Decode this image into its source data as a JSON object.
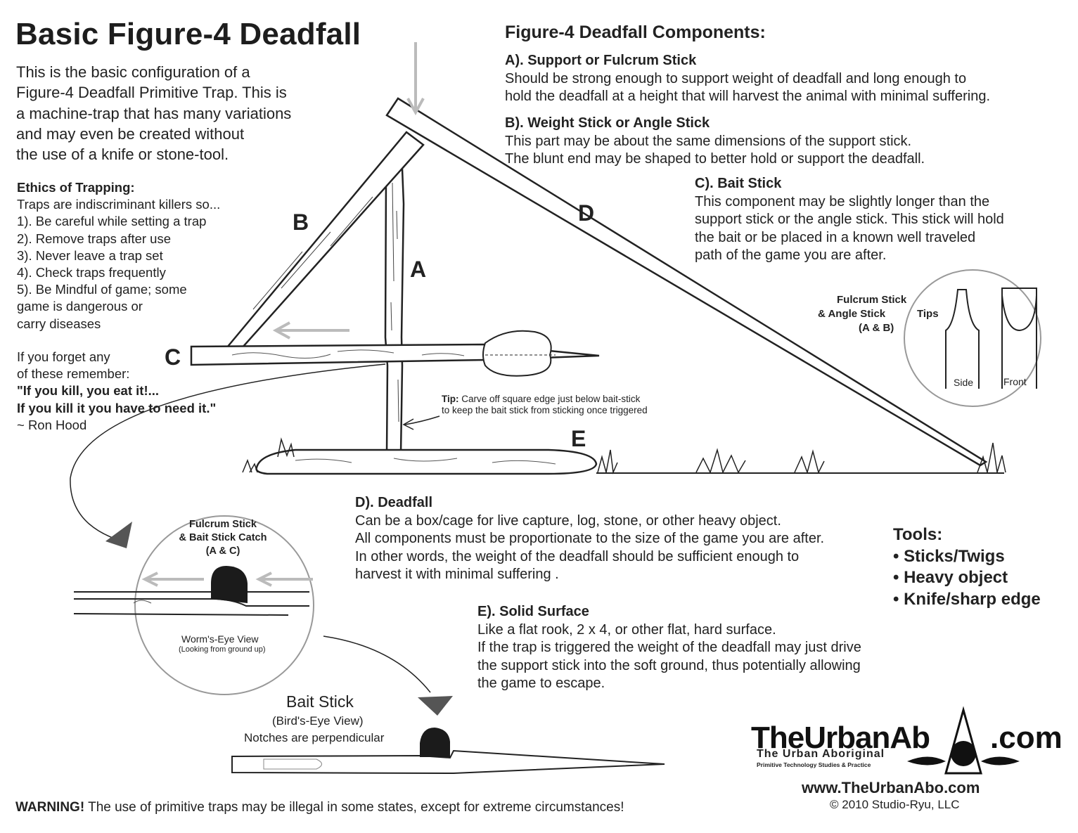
{
  "title": "Basic Figure-4 Deadfall",
  "intro": [
    "This is the basic configuration of a",
    "Figure-4 Deadfall Primitive Trap. This is",
    "a machine-trap that has many variations",
    "and may even be created without",
    "the use of a knife or stone-tool."
  ],
  "ethics": {
    "heading": "Ethics of Trapping:",
    "lines": [
      "Traps are indiscriminant killers so...",
      "1). Be careful while setting a trap",
      "2). Remove traps after use",
      "3). Never leave a trap set",
      "4). Check traps frequently",
      "5). Be Mindful of game; some",
      "game is dangerous or",
      "carry diseases"
    ]
  },
  "remember": {
    "lines": [
      "If you forget any",
      "of these remember:"
    ],
    "quote1": "\"If you kill, you eat it!...",
    "quote2": "If you kill it you have to need it.\"",
    "attribution": "~ Ron Hood"
  },
  "components": {
    "title": "Figure-4 Deadfall Components:",
    "a": {
      "heading": "A). Support or Fulcrum Stick",
      "lines": [
        "Should be strong enough to support weight of deadfall and long enough to",
        "hold the deadfall at a height that will harvest the animal with minimal suffering."
      ]
    },
    "b": {
      "heading": "B). Weight Stick or Angle Stick",
      "lines": [
        "This part may be about the same dimensions of the support stick.",
        "The blunt end may be shaped to better hold or support the deadfall."
      ]
    },
    "c": {
      "heading": "C). Bait Stick",
      "lines": [
        "This component may be slightly longer than the",
        "support stick or the angle stick. This stick will hold",
        "the bait or be placed in a known well traveled",
        "path of the game you are after."
      ]
    },
    "d": {
      "heading": "D). Deadfall",
      "lines": [
        "Can be a box/cage for live capture, log, stone, or other heavy object.",
        "All components must be proportionate to the size of the game you are after.",
        "In other words, the weight of the deadfall should be sufficient enough to",
        "harvest it with minimal suffering ."
      ]
    },
    "e": {
      "heading": "E). Solid Surface",
      "lines": [
        "Like a flat rook, 2 x 4, or other flat, hard surface.",
        "If the trap is triggered the weight of the deadfall may just drive",
        "the support stick into the soft ground, thus potentially allowing",
        "the game to escape."
      ]
    }
  },
  "diagram_labels": {
    "a": "A",
    "b": "B",
    "c": "C",
    "d": "D",
    "e": "E"
  },
  "tip": {
    "label": "Tip:",
    "line1": " Carve off square edge just below bait-stick",
    "line2": "to keep the bait stick from sticking once triggered"
  },
  "tips_circle": {
    "line1": "Fulcrum Stick",
    "line2": "& Angle Stick",
    "tips": "Tips",
    "line3": "(A & B)",
    "side": "Side",
    "front": "Front"
  },
  "catch_circle": {
    "line1": "Fulcrum Stick",
    "line2": "& Bait Stick Catch",
    "line3": "(A & C)",
    "view": "Worm's-Eye View",
    "view_sub": "(Looking from ground up)"
  },
  "bait_stick": {
    "title": "Bait Stick",
    "view": "(Bird's-Eye View)",
    "note": "Notches are perpendicular"
  },
  "tools": {
    "title": "Tools:",
    "items": [
      "• Sticks/Twigs",
      "• Heavy object",
      "• Knife/sharp edge"
    ]
  },
  "warning": {
    "bold": "WARNING!",
    "text": " The use of primitive traps may be illegal in some states, except for extreme circumstances!"
  },
  "logo": {
    "main": "TheUrbanAb",
    "dotcom": ".com",
    "sub": "The Urban Aboriginal",
    "sub2": "Primitive Technology Studies & Practice"
  },
  "url": "www.TheUrbanAbo.com",
  "copyright": "© 2010 Studio-Ryu, LLC"
}
